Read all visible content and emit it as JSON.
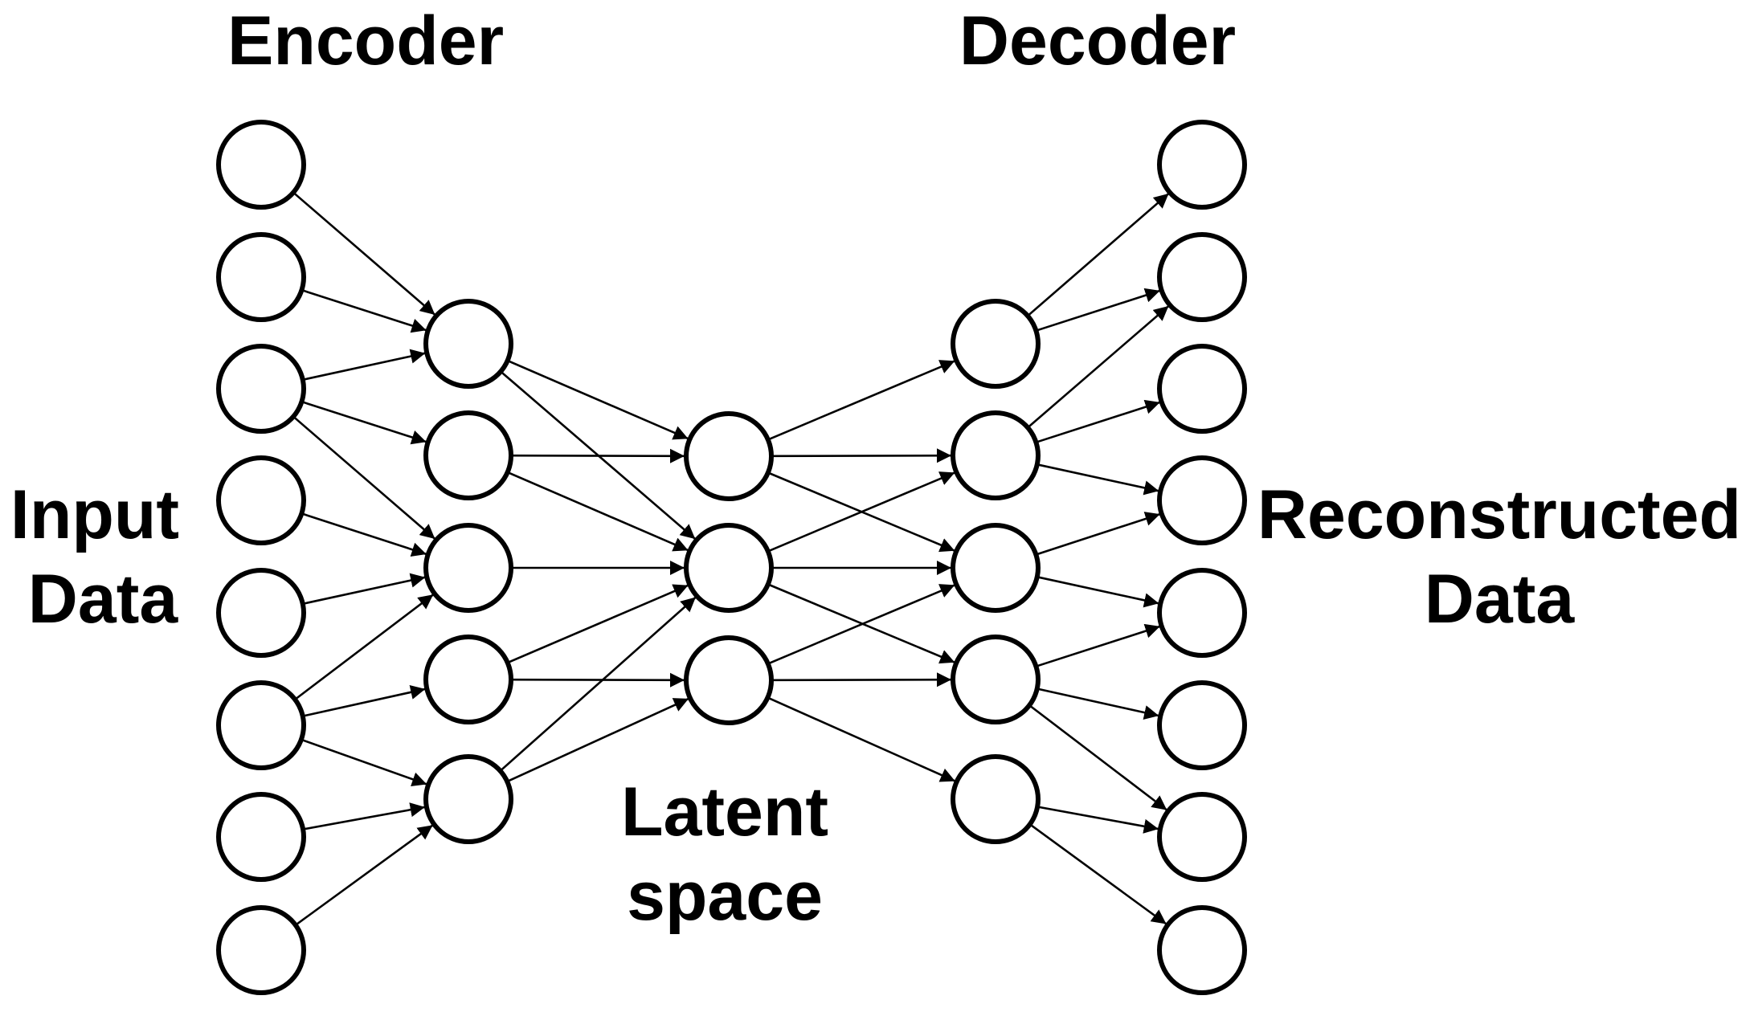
{
  "labels": {
    "encoder": "Encoder",
    "decoder": "Decoder",
    "input_line1": "Input",
    "input_line2": "Data",
    "latent_line1": "Latent",
    "latent_line2": "space",
    "reconstructed_line1": "Reconstructed",
    "reconstructed_line2": "Data"
  },
  "network": {
    "layer_sizes": [
      8,
      5,
      3,
      5,
      8
    ],
    "edges": [
      [
        [
          0,
          0
        ],
        [
          1,
          0
        ]
      ],
      [
        [
          0,
          1
        ],
        [
          1,
          0
        ]
      ],
      [
        [
          0,
          2
        ],
        [
          1,
          0
        ]
      ],
      [
        [
          0,
          2
        ],
        [
          1,
          1
        ]
      ],
      [
        [
          0,
          2
        ],
        [
          1,
          2
        ]
      ],
      [
        [
          0,
          3
        ],
        [
          1,
          2
        ]
      ],
      [
        [
          0,
          4
        ],
        [
          1,
          2
        ]
      ],
      [
        [
          0,
          5
        ],
        [
          1,
          2
        ]
      ],
      [
        [
          0,
          5
        ],
        [
          1,
          3
        ]
      ],
      [
        [
          0,
          5
        ],
        [
          1,
          4
        ]
      ],
      [
        [
          0,
          6
        ],
        [
          1,
          4
        ]
      ],
      [
        [
          0,
          7
        ],
        [
          1,
          4
        ]
      ],
      [
        [
          1,
          0
        ],
        [
          2,
          0
        ]
      ],
      [
        [
          1,
          0
        ],
        [
          2,
          1
        ]
      ],
      [
        [
          1,
          1
        ],
        [
          2,
          0
        ]
      ],
      [
        [
          1,
          1
        ],
        [
          2,
          1
        ]
      ],
      [
        [
          1,
          2
        ],
        [
          2,
          1
        ]
      ],
      [
        [
          1,
          3
        ],
        [
          2,
          1
        ]
      ],
      [
        [
          1,
          3
        ],
        [
          2,
          2
        ]
      ],
      [
        [
          1,
          4
        ],
        [
          2,
          1
        ]
      ],
      [
        [
          1,
          4
        ],
        [
          2,
          2
        ]
      ],
      [
        [
          2,
          0
        ],
        [
          3,
          0
        ]
      ],
      [
        [
          2,
          0
        ],
        [
          3,
          1
        ]
      ],
      [
        [
          2,
          0
        ],
        [
          3,
          2
        ]
      ],
      [
        [
          2,
          1
        ],
        [
          3,
          1
        ]
      ],
      [
        [
          2,
          1
        ],
        [
          3,
          2
        ]
      ],
      [
        [
          2,
          1
        ],
        [
          3,
          3
        ]
      ],
      [
        [
          2,
          2
        ],
        [
          3,
          2
        ]
      ],
      [
        [
          2,
          2
        ],
        [
          3,
          3
        ]
      ],
      [
        [
          2,
          2
        ],
        [
          3,
          4
        ]
      ],
      [
        [
          3,
          0
        ],
        [
          4,
          0
        ]
      ],
      [
        [
          3,
          0
        ],
        [
          4,
          1
        ]
      ],
      [
        [
          3,
          1
        ],
        [
          4,
          1
        ]
      ],
      [
        [
          3,
          1
        ],
        [
          4,
          2
        ]
      ],
      [
        [
          3,
          1
        ],
        [
          4,
          3
        ]
      ],
      [
        [
          3,
          2
        ],
        [
          4,
          3
        ]
      ],
      [
        [
          3,
          2
        ],
        [
          4,
          4
        ]
      ],
      [
        [
          3,
          3
        ],
        [
          4,
          4
        ]
      ],
      [
        [
          3,
          3
        ],
        [
          4,
          5
        ]
      ],
      [
        [
          3,
          3
        ],
        [
          4,
          6
        ]
      ],
      [
        [
          3,
          4
        ],
        [
          4,
          6
        ]
      ],
      [
        [
          3,
          4
        ],
        [
          4,
          7
        ]
      ]
    ]
  }
}
